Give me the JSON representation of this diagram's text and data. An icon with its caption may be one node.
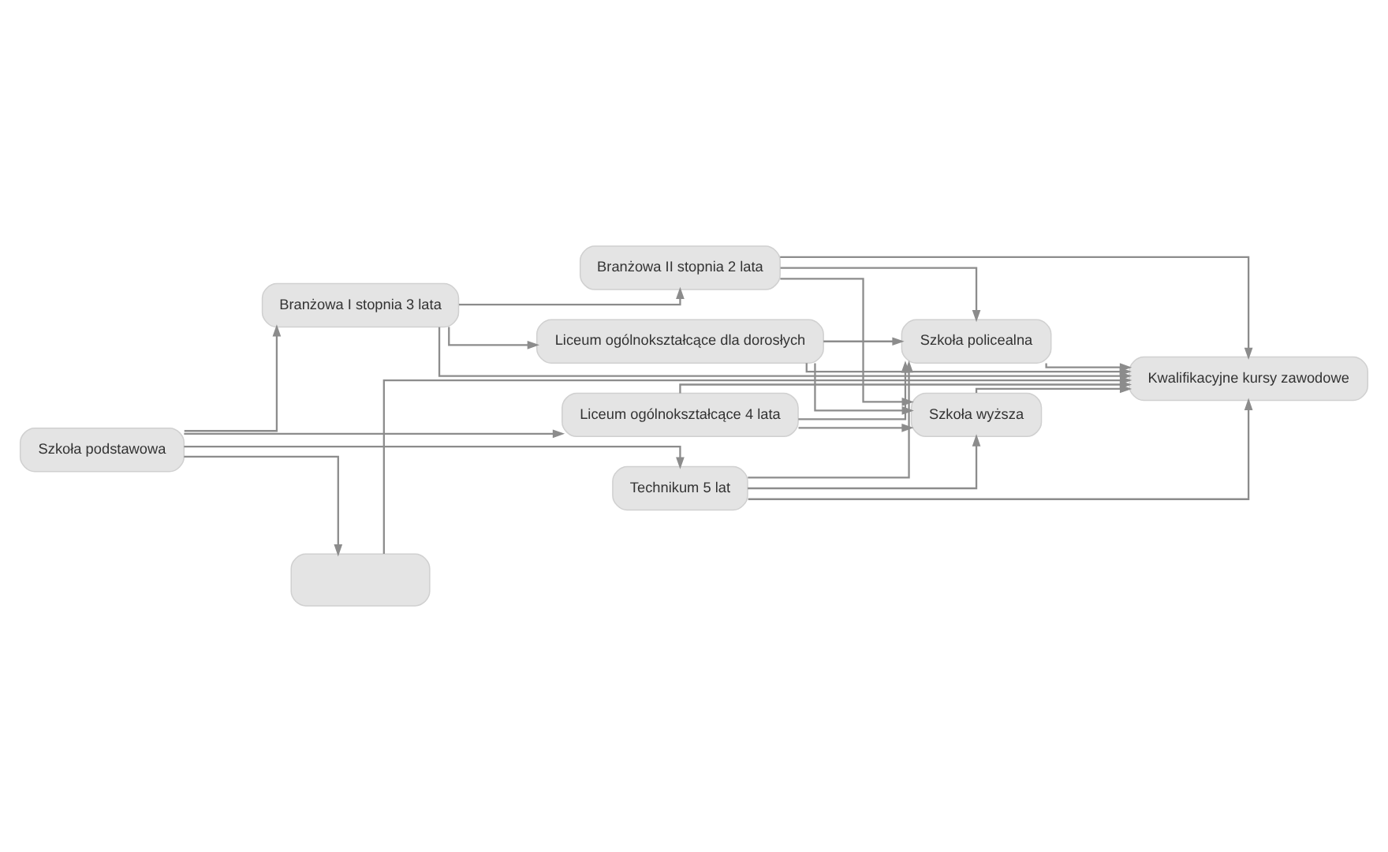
{
  "diagram": {
    "nodes": [
      {
        "text": [
          "Branżowa I stopnia 3 lata"
        ]
      },
      {
        "text": [
          "Branżowa II stopnia 2 lata"
        ]
      },
      {
        "text": [
          "Liceum ogólnokształcące dla dorosłych"
        ]
      },
      {
        "text": [
          "Szkoła policealna"
        ]
      },
      {
        "text": [
          "Liceum ogólnokształcące 4 lata"
        ]
      },
      {
        "text": [
          "Kwalifikacyjne kursy zawodowe"
        ]
      },
      {
        "text": [
          "Szkoła podstawowa"
        ]
      },
      {
        "text": [
          "Szkoła wyższa"
        ]
      },
      {
        "text": [
          "Technikum 5 lat"
        ]
      },
      {
        "text": [],
        "shape": "box"
      }
    ],
    "edges": [
      {
        "from": 6,
        "to": 0,
        "arrow": "to"
      },
      {
        "from": 6,
        "to": 4,
        "arrow": "to"
      },
      {
        "from": 6,
        "to": 8,
        "arrow": "to"
      },
      {
        "from": 6,
        "to": 9,
        "arrow": "to"
      },
      {
        "from": 0,
        "to": 1,
        "arrow": "to"
      },
      {
        "from": 0,
        "to": 2,
        "arrow": "to"
      },
      {
        "from": 0,
        "to": 5,
        "arrow": "to"
      },
      {
        "from": 1,
        "to": 7,
        "arrow": "to"
      },
      {
        "from": 1,
        "to": 3,
        "arrow": "to"
      },
      {
        "from": 1,
        "to": 5,
        "arrow": "to"
      },
      {
        "from": 2,
        "to": 5,
        "arrow": "to"
      },
      {
        "from": 2,
        "to": 3,
        "arrow": "to"
      },
      {
        "from": 2,
        "to": 7,
        "arrow": "to"
      },
      {
        "from": 4,
        "to": 3,
        "arrow": "to"
      },
      {
        "from": 4,
        "to": 5,
        "arrow": "to"
      },
      {
        "from": 4,
        "to": 7,
        "arrow": "to"
      },
      {
        "from": 3,
        "to": 5,
        "arrow": "to"
      },
      {
        "from": 7,
        "to": 5,
        "arrow": "to"
      },
      {
        "from": 8,
        "to": 7,
        "arrow": "to"
      },
      {
        "from": 8,
        "to": 3,
        "arrow": "to"
      },
      {
        "from": 8,
        "to": 5,
        "arrow": "to"
      },
      {
        "from": 9,
        "to": 5,
        "arrow": "to"
      }
    ]
  }
}
